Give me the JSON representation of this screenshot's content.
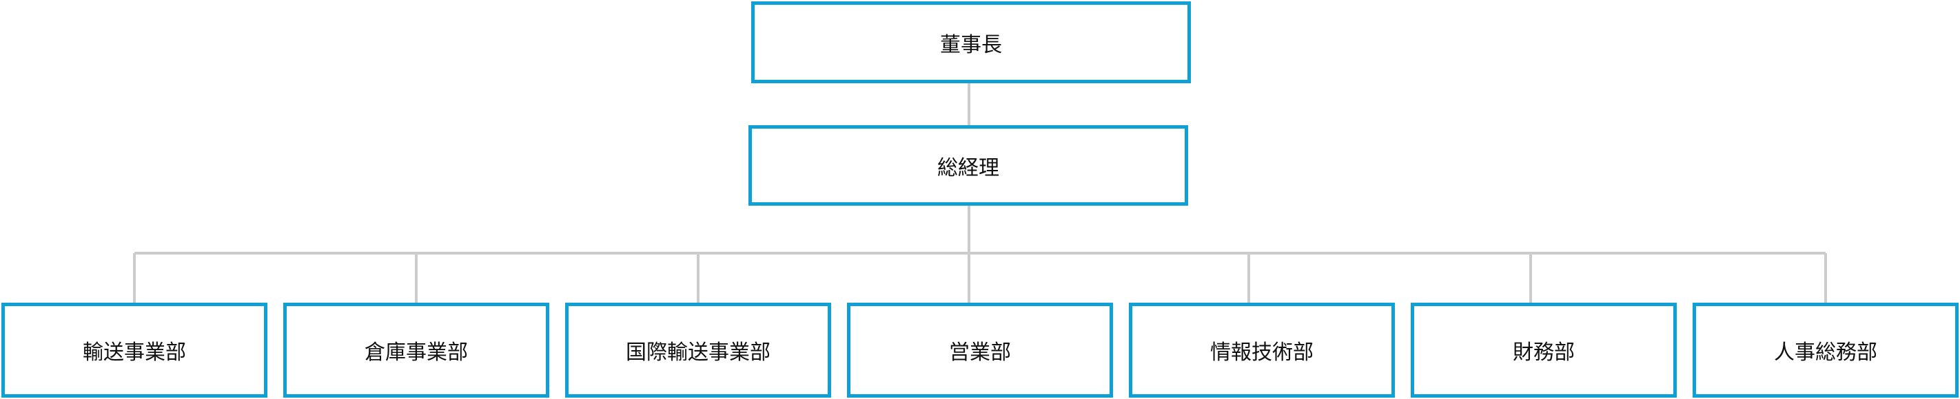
{
  "chart": {
    "root": "董事長",
    "manager": "総経理",
    "departments": [
      "輸送事業部",
      "倉庫事業部",
      "国際輸送事業部",
      "営業部",
      "情報技術部",
      "財務部",
      "人事総務部"
    ]
  },
  "colors": {
    "box_border": "#0fa0d6",
    "connector": "#cccccc",
    "text": "#111111"
  }
}
